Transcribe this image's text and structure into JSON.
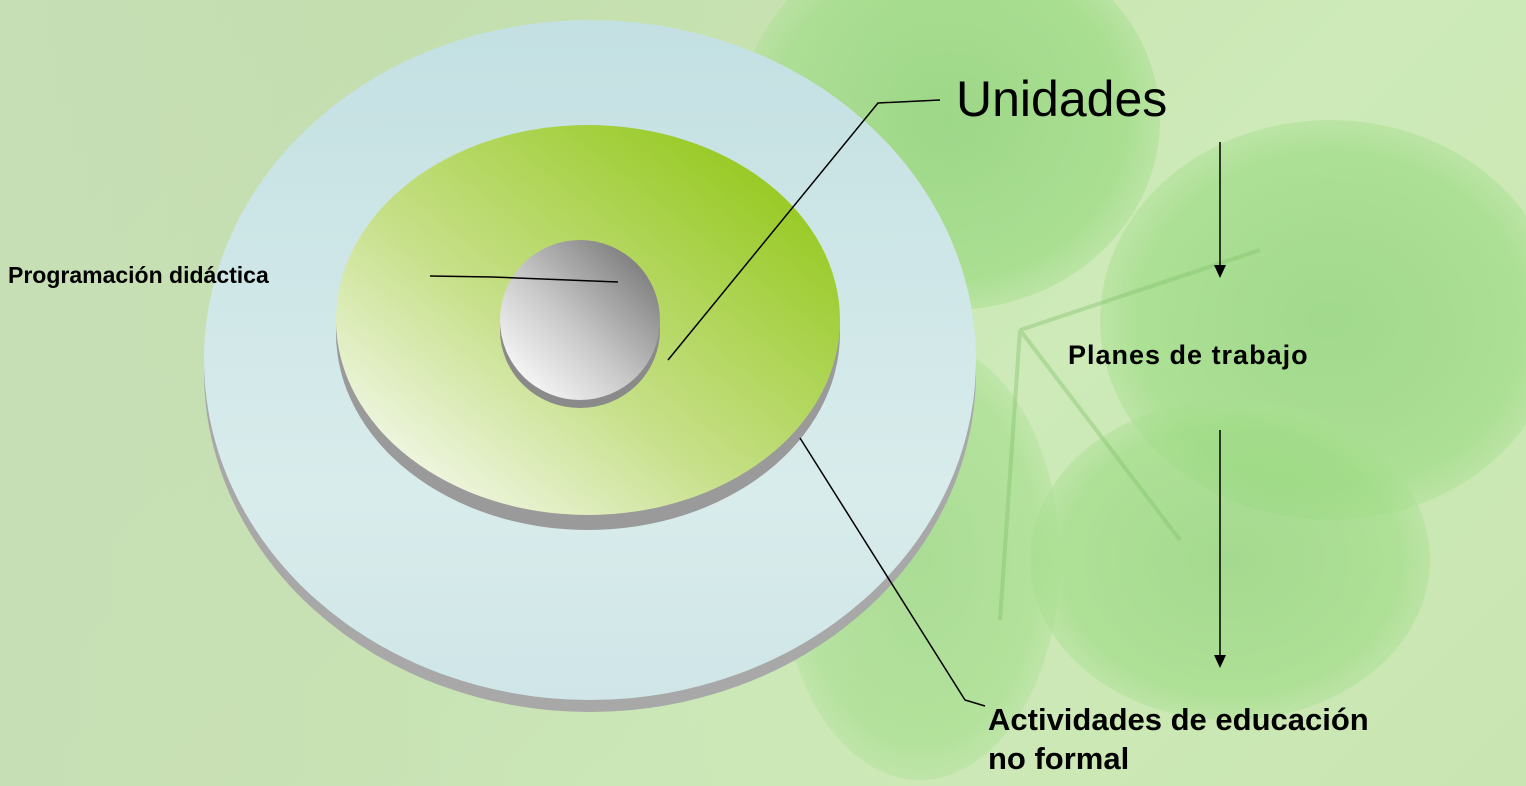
{
  "diagram": {
    "labels": {
      "programacion": "Programación didáctica",
      "unidades": "Unidades",
      "planes": "Planes de trabajo",
      "actividades_line1": "Actividades de educación",
      "actividades_line2": "no formal"
    },
    "rings": [
      {
        "level": "outer",
        "color": "#cde6e6"
      },
      {
        "level": "middle",
        "color": "#9ccc2a"
      },
      {
        "level": "inner",
        "color": "#9a9a9a"
      }
    ],
    "flow": [
      "Unidades",
      "Planes de trabajo",
      "Actividades de educación no formal"
    ]
  }
}
